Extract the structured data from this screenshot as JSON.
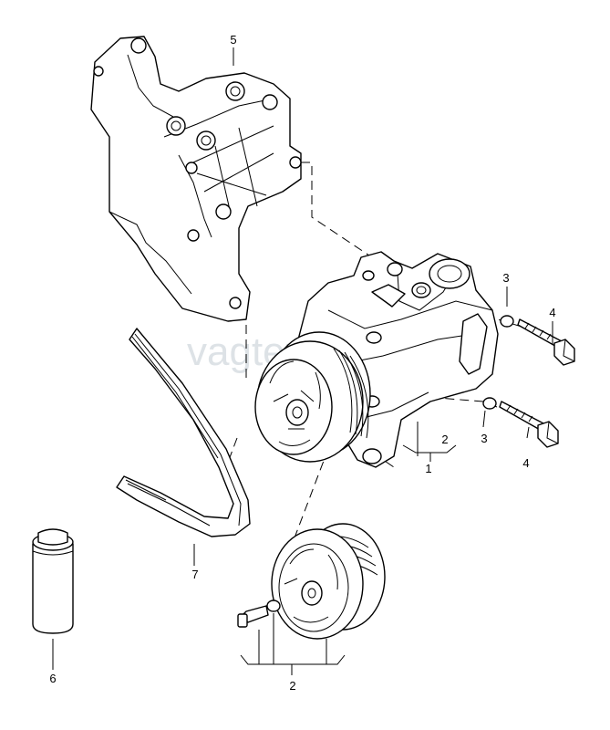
{
  "watermark": "vagtex.ru",
  "callouts": {
    "bracket": "5",
    "compressor": "1",
    "pulley_set_top": "2",
    "pulley_set_bottom": "2",
    "washer_top": "3",
    "washer_bottom": "3",
    "bolt_top": "4",
    "bolt_bottom": "4",
    "refrigerant_oil": "6",
    "ribbed_belt": "7"
  }
}
